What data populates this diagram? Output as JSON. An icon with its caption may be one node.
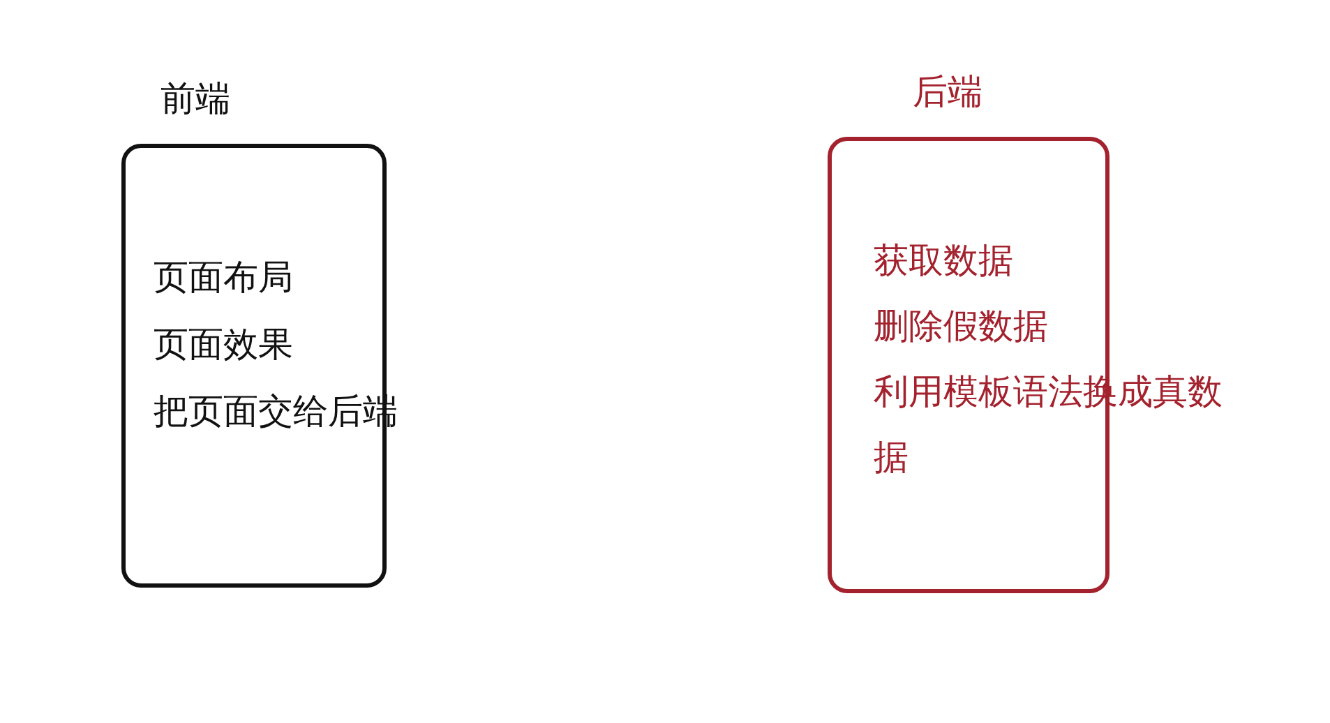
{
  "diagram": {
    "nodes": [
      {
        "text": [
          "前端",
          "页面布局",
          "页面效果",
          "把页面交给后端"
        ]
      },
      {
        "text": [
          "后端",
          "获取数据",
          "删除假数据",
          "利用模板语法换成真数据"
        ]
      }
    ]
  }
}
